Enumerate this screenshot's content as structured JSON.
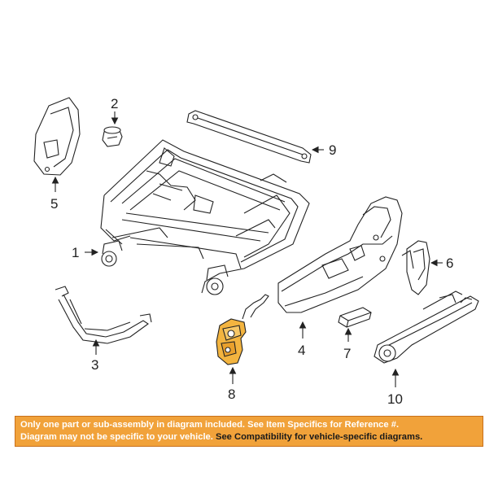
{
  "callouts": [
    {
      "id": "1",
      "label": "1"
    },
    {
      "id": "2",
      "label": "2"
    },
    {
      "id": "3",
      "label": "3"
    },
    {
      "id": "4",
      "label": "4"
    },
    {
      "id": "5",
      "label": "5"
    },
    {
      "id": "6",
      "label": "6"
    },
    {
      "id": "7",
      "label": "7"
    },
    {
      "id": "8",
      "label": "8"
    },
    {
      "id": "9",
      "label": "9"
    },
    {
      "id": "10",
      "label": "10"
    }
  ],
  "highlighted_part": "8",
  "colors": {
    "highlight": "#f3b43f",
    "notice_background": "#f1a23a",
    "notice_text_white": "#ffffff",
    "notice_text_dark": "#1a1a1a"
  },
  "notice": {
    "line1": "Only one part or sub-assembly in diagram included. See Item Specifics for Reference #.",
    "line2_white": "Diagram may not be specific to your vehicle.",
    "line2_dark": " See Compatibility for vehicle-specific diagrams."
  }
}
